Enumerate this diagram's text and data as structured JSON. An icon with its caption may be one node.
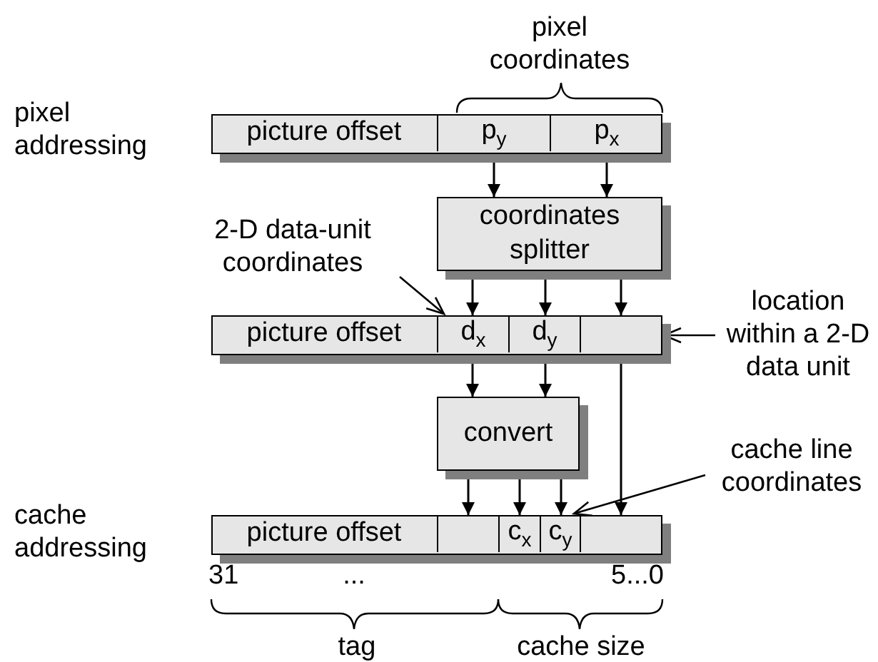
{
  "diagram": {
    "nodes": [
      {
        "text": [],
        "shape": "bar"
      },
      {
        "text": [
          "picture offset"
        ],
        "in": 0
      },
      {
        "text": [
          "p$_{y}$"
        ],
        "in": 0
      },
      {
        "text": [
          "p$_{x}$"
        ],
        "in": 0
      },
      {
        "text": [
          "coordinates splitter"
        ]
      },
      {
        "text": [
          "2-D data-unit coordinates"
        ]
      },
      {
        "text": [],
        "shape": "bar"
      },
      {
        "text": [
          "picture offset"
        ],
        "in": 6
      },
      {
        "text": [
          "d$_{x}$"
        ],
        "in": 6
      },
      {
        "text": [
          "d$_{y}$"
        ],
        "in": 6
      },
      {
        "text": [],
        "shape": "box",
        "in": 6
      },
      {
        "text": [
          "location within a 2-D data unit"
        ]
      },
      {
        "text": [
          "convert"
        ]
      },
      {
        "text": [
          "cache line coordinates"
        ]
      },
      {
        "text": [],
        "shape": "bar"
      },
      {
        "text": [
          "picture offset"
        ],
        "in": 14
      },
      {
        "text": [],
        "shape": "box",
        "in": 14
      },
      {
        "text": [
          "c$_{x}$"
        ],
        "in": 14
      },
      {
        "text": [
          "c$_{y}$"
        ],
        "in": 14
      },
      {
        "text": [],
        "shape": "box",
        "in": 14
      }
    ],
    "edges": [
      {
        "from": 2,
        "to": 4,
        "arrow": "to"
      },
      {
        "from": 3,
        "to": 4,
        "arrow": "to"
      },
      {
        "from": 4,
        "to": 8,
        "arrow": "to"
      },
      {
        "from": 4,
        "to": 9,
        "arrow": "to"
      },
      {
        "from": 4,
        "to": 10,
        "arrow": "to"
      },
      {
        "from": 5,
        "to": 8,
        "arrow": "to"
      },
      {
        "from": 11,
        "to": 10,
        "arrow": "to"
      },
      {
        "from": 8,
        "to": 12,
        "arrow": "to"
      },
      {
        "from": 9,
        "to": 12,
        "arrow": "to"
      },
      {
        "from": 12,
        "to": 16,
        "arrow": "to"
      },
      {
        "from": 12,
        "to": 17,
        "arrow": "to"
      },
      {
        "from": 12,
        "to": 18,
        "arrow": "to"
      },
      {
        "from": 10,
        "to": 19,
        "arrow": "to"
      },
      {
        "from": 13,
        "to": 18,
        "arrow": "to"
      }
    ],
    "labels": [
      "pixel coordinates",
      "pixel addressing",
      "cache addressing",
      "31",
      "...",
      "5...0",
      "tag",
      "cache size"
    ]
  }
}
